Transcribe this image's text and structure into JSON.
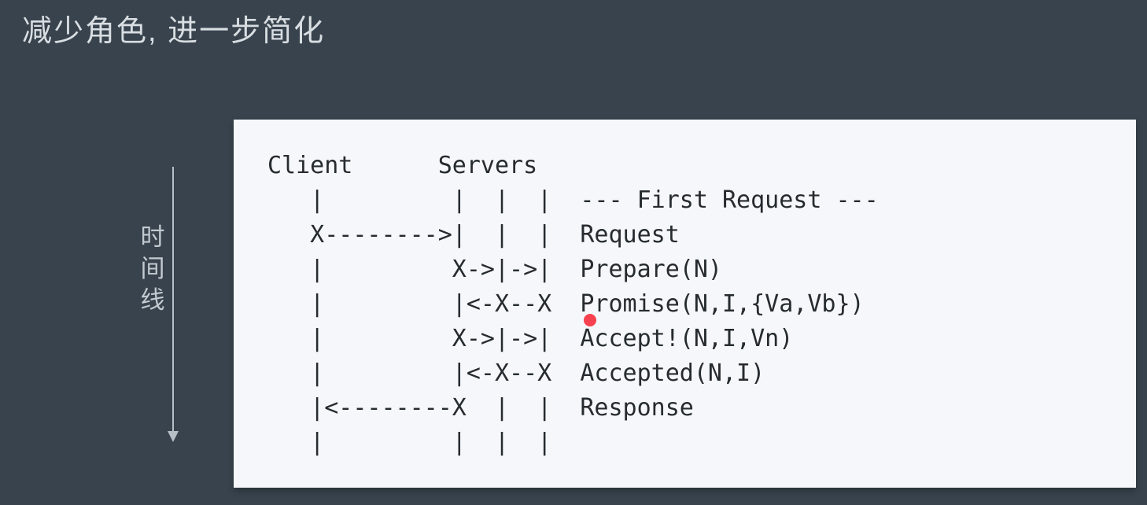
{
  "slide": {
    "title": "减少角色, 进一步简化"
  },
  "timeline": {
    "label": "时间线"
  },
  "diagram": {
    "columns": [
      "Client",
      "Servers"
    ],
    "section_header": "--- First Request ---",
    "messages": [
      "Request",
      "Prepare(N)",
      "Promise(N,I,{Va,Vb})",
      "Accept!(N,I,Vn)",
      "Accepted(N,I)",
      "Response"
    ],
    "ascii_lines": [
      "Client      Servers",
      "   |         |  |  |  --- First Request ---",
      "   X-------->|  |  |  Request",
      "   |         X->|->|  Prepare(N)",
      "   |         |<-X--X  Promise(N,I,{Va,Vb})",
      "   |         X->|->|  Accept!(N,I,Vn)",
      "   |         |<-X--X  Accepted(N,I)",
      "   |<--------X  |  |  Response",
      "   |         |  |  |"
    ]
  },
  "pointer": {
    "type": "laser-dot",
    "color": "#f8414e"
  },
  "colors": {
    "background": "#38434d",
    "panel": "#f5f7fa",
    "title_text": "#d9dee2",
    "timeline": "#b6bfc6",
    "diagram_text": "#262b30"
  }
}
